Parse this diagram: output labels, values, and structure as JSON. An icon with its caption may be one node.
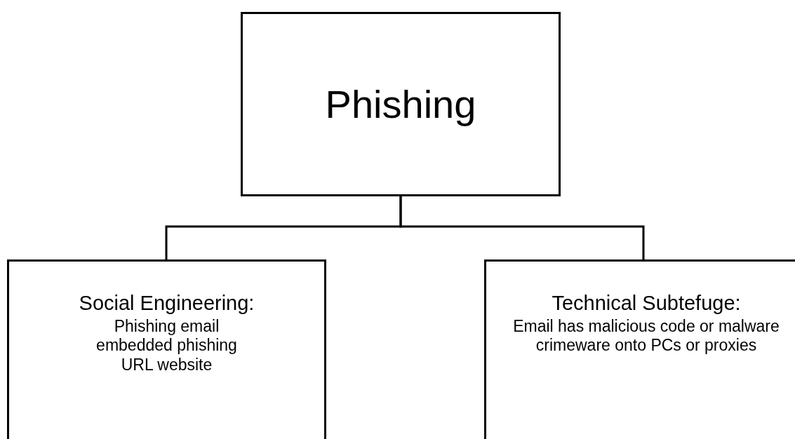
{
  "diagram": {
    "nodes": [
      {
        "text": [
          "Phishing"
        ]
      },
      {
        "text": [
          "Social Engineering:",
          "Phishing email embedded phishing URL website"
        ]
      },
      {
        "text": [
          "Technical Subtefuge:",
          "Email has malicious code or malware crimeware onto PCs or proxies"
        ]
      }
    ],
    "edges": [
      {
        "from": 0,
        "to": 1,
        "arrow": "none"
      },
      {
        "from": 0,
        "to": 2,
        "arrow": "none"
      }
    ]
  }
}
